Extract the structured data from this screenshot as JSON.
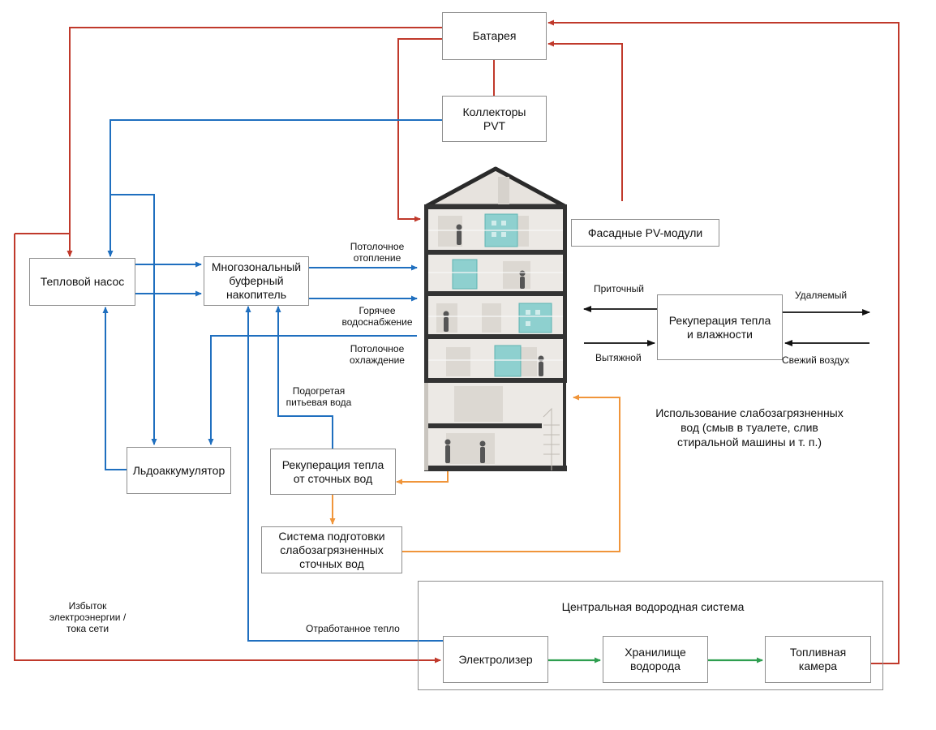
{
  "colors": {
    "electric": "#c0392b",
    "heating": "#1f6fbf",
    "waste_water": "#f0953a",
    "hydrogen": "#2e9e4f",
    "air": "#111111",
    "box_border": "#8e8e8e"
  },
  "boxes": {
    "battery": "Батарея",
    "pvt": "Коллекторы\nPVT",
    "facade_pv": "Фасадные PV-модули",
    "heat_pump": "Тепловой насос",
    "buffer": "Многозональный\nбуферный\nнакопитель",
    "heat_humidity_recovery": "Рекуперация тепла\nи влажности",
    "ice_storage": "Льдоаккумулятор",
    "wastewater_heat_recovery": "Рекуперация тепла\nот сточных вод",
    "greywater_system": "Система подготовки\nслабозагрязненных\nсточных вод",
    "electrolyzer": "Электролизер",
    "hydrogen_storage": "Хранилище\nводорода",
    "fuel_cell": "Топливная\nкамера"
  },
  "group_title": "Центральная водородная система",
  "labels": {
    "ceiling_heating": "Потолочное\nотопление",
    "hot_water": "Горячее\nводоснабжение",
    "ceiling_cooling": "Потолочное\nохлаждение",
    "preheated_water": "Подогретая\nпитьевая вода",
    "supply_air": "Приточный",
    "exhaust_air": "Вытяжной",
    "removed_air": "Удаляемый",
    "fresh_air": "Свежий воздух",
    "greywater_use": "Использование слабозагрязненных\nвод (смыв в туалете, слив\nстиральной машины и т. п.)",
    "surplus_power": "Избыток\nэлектроэнергии /\nтока сети",
    "waste_heat": "Отработанное тепло"
  }
}
